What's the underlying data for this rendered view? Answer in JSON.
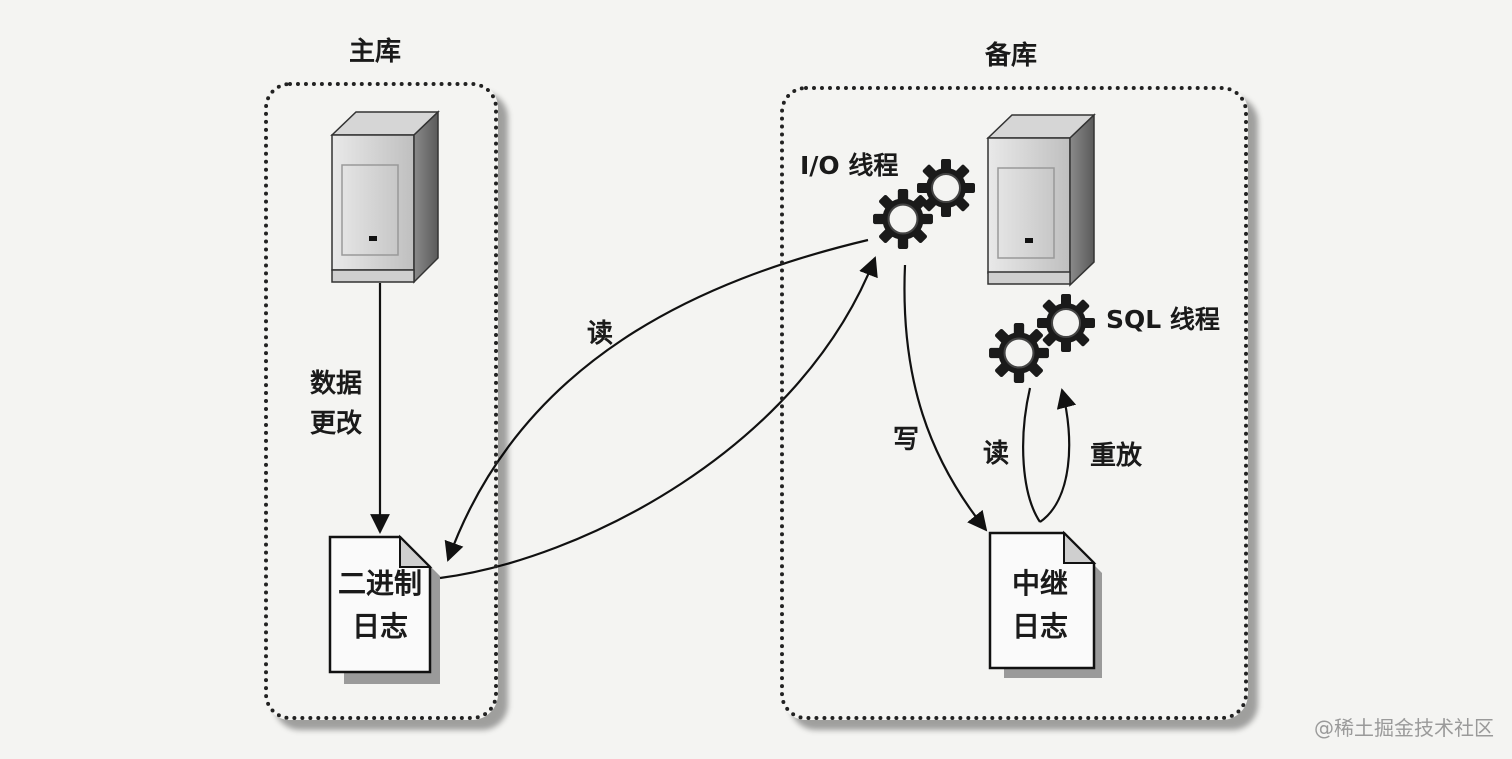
{
  "master": {
    "title": "主库",
    "change_label": "数据\n更改",
    "binlog_label": "二进制\n日志"
  },
  "slave": {
    "title": "备库",
    "io_thread_label": "I/O 线程",
    "sql_thread_label": "SQL 线程",
    "relay_log_label": "中继\n日志",
    "write_label": "写",
    "read_label": "读",
    "replay_label": "重放"
  },
  "io_read_label": "读",
  "watermark": "@稀土掘金技术社区"
}
